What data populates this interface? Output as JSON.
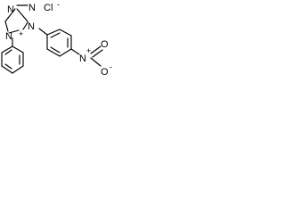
{
  "molecule": {
    "atoms": {
      "n1": "N",
      "n2": "N",
      "n3": "N",
      "n_top": "N",
      "n_nitro": "N",
      "o_upper": "O",
      "o_lower": "O"
    },
    "charges": {
      "ring": "+",
      "nitro_n": "+",
      "nitro_o": "-"
    },
    "counterion": {
      "label": "Cl",
      "charge": "-"
    }
  }
}
